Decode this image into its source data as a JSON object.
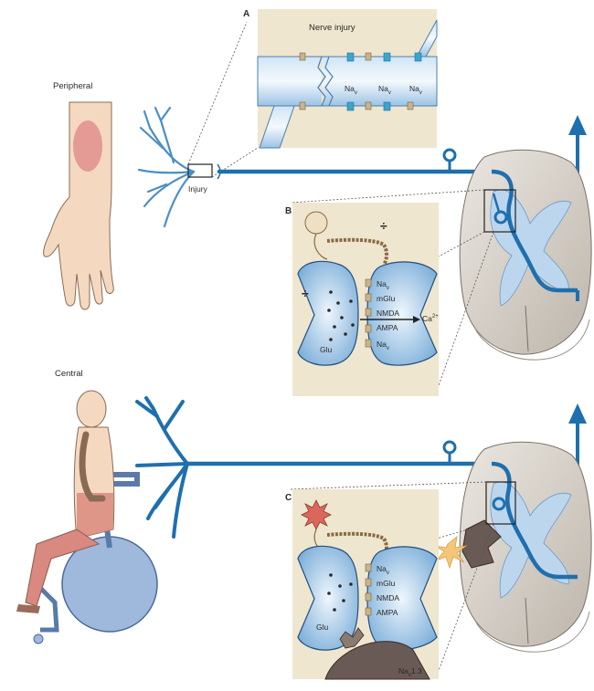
{
  "figure": {
    "section_labels": {
      "peripheral": "Peripheral",
      "central": "Central"
    },
    "panel_a": {
      "letter": "A",
      "title": "Nerve injury",
      "channels": [
        "Na",
        "Na",
        "Na"
      ],
      "channel_sub": "v"
    },
    "injury_label": "Injury",
    "panel_b": {
      "letter": "B",
      "pre_label": "Glu",
      "receptors": [
        "Na",
        "mGlu",
        "NMDA",
        "AMPA",
        "Na"
      ],
      "receptor_subs": [
        "v",
        "",
        "",
        "",
        "v"
      ],
      "ion": "Ca",
      "ion_sup": "2+"
    },
    "panel_c": {
      "letter": "C",
      "pre_label": "Glu",
      "receptors": [
        "Na",
        "mGlu",
        "NMDA",
        "AMPA"
      ],
      "receptor_subs": [
        "v",
        "",
        "",
        ""
      ],
      "channel": "Na",
      "channel_sub": "v",
      "channel_suffix": "1.3"
    },
    "colors": {
      "nerve": "#1f6fae",
      "panel_bg": "#efe6cf",
      "skin": "#f4d9c0",
      "pain": "#e08a8a",
      "chair": "#9fb9dc",
      "cord": "#d9d4cd",
      "cord_gray": "#bcd6ee"
    }
  }
}
